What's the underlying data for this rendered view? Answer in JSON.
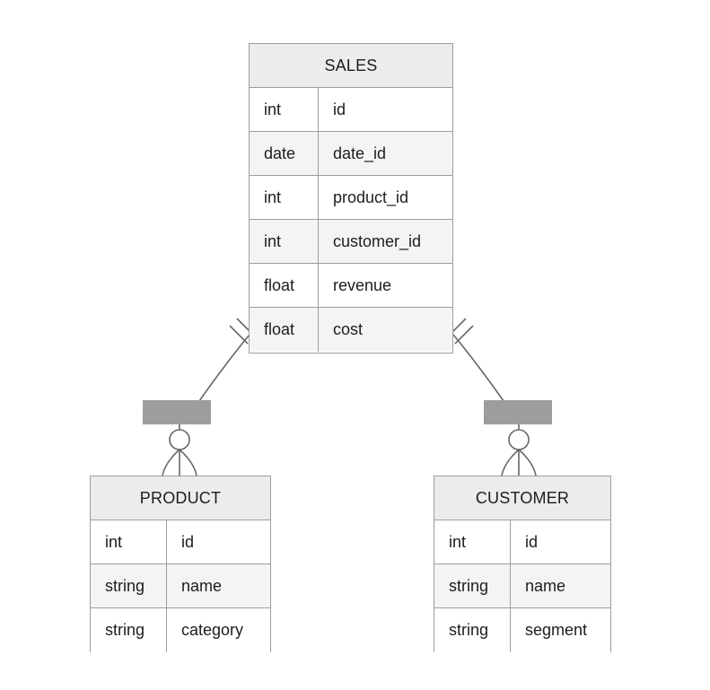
{
  "diagram": {
    "type": "entity-relationship-diagram",
    "notation": "crow's-foot",
    "background_color": "#ffffff",
    "line_color": "#666666",
    "border_color": "#9d9d9d",
    "header_fill": "#ececec",
    "stripe_fill": "#f4f4f4",
    "relationship_bar_fill": "#9d9d9d",
    "text_color": "#1d1d1d"
  },
  "entities": {
    "sales": {
      "name": "SALES",
      "attributes": [
        {
          "type": "int",
          "name": "id"
        },
        {
          "type": "date",
          "name": "date_id"
        },
        {
          "type": "int",
          "name": "product_id"
        },
        {
          "type": "int",
          "name": "customer_id"
        },
        {
          "type": "float",
          "name": "revenue"
        },
        {
          "type": "float",
          "name": "cost"
        }
      ]
    },
    "product": {
      "name": "PRODUCT",
      "attributes": [
        {
          "type": "int",
          "name": "id"
        },
        {
          "type": "string",
          "name": "name"
        },
        {
          "type": "string",
          "name": "category"
        }
      ]
    },
    "customer": {
      "name": "CUSTOMER",
      "attributes": [
        {
          "type": "int",
          "name": "id"
        },
        {
          "type": "string",
          "name": "name"
        },
        {
          "type": "string",
          "name": "segment"
        }
      ]
    }
  },
  "relationships": [
    {
      "id": "sales-product",
      "label": "",
      "from": "SALES",
      "to": "PRODUCT",
      "from_cardinality": "exactly-one",
      "to_cardinality": "zero-or-many"
    },
    {
      "id": "sales-customer",
      "label": "",
      "from": "SALES",
      "to": "CUSTOMER",
      "from_cardinality": "exactly-one",
      "to_cardinality": "zero-or-many"
    }
  ]
}
